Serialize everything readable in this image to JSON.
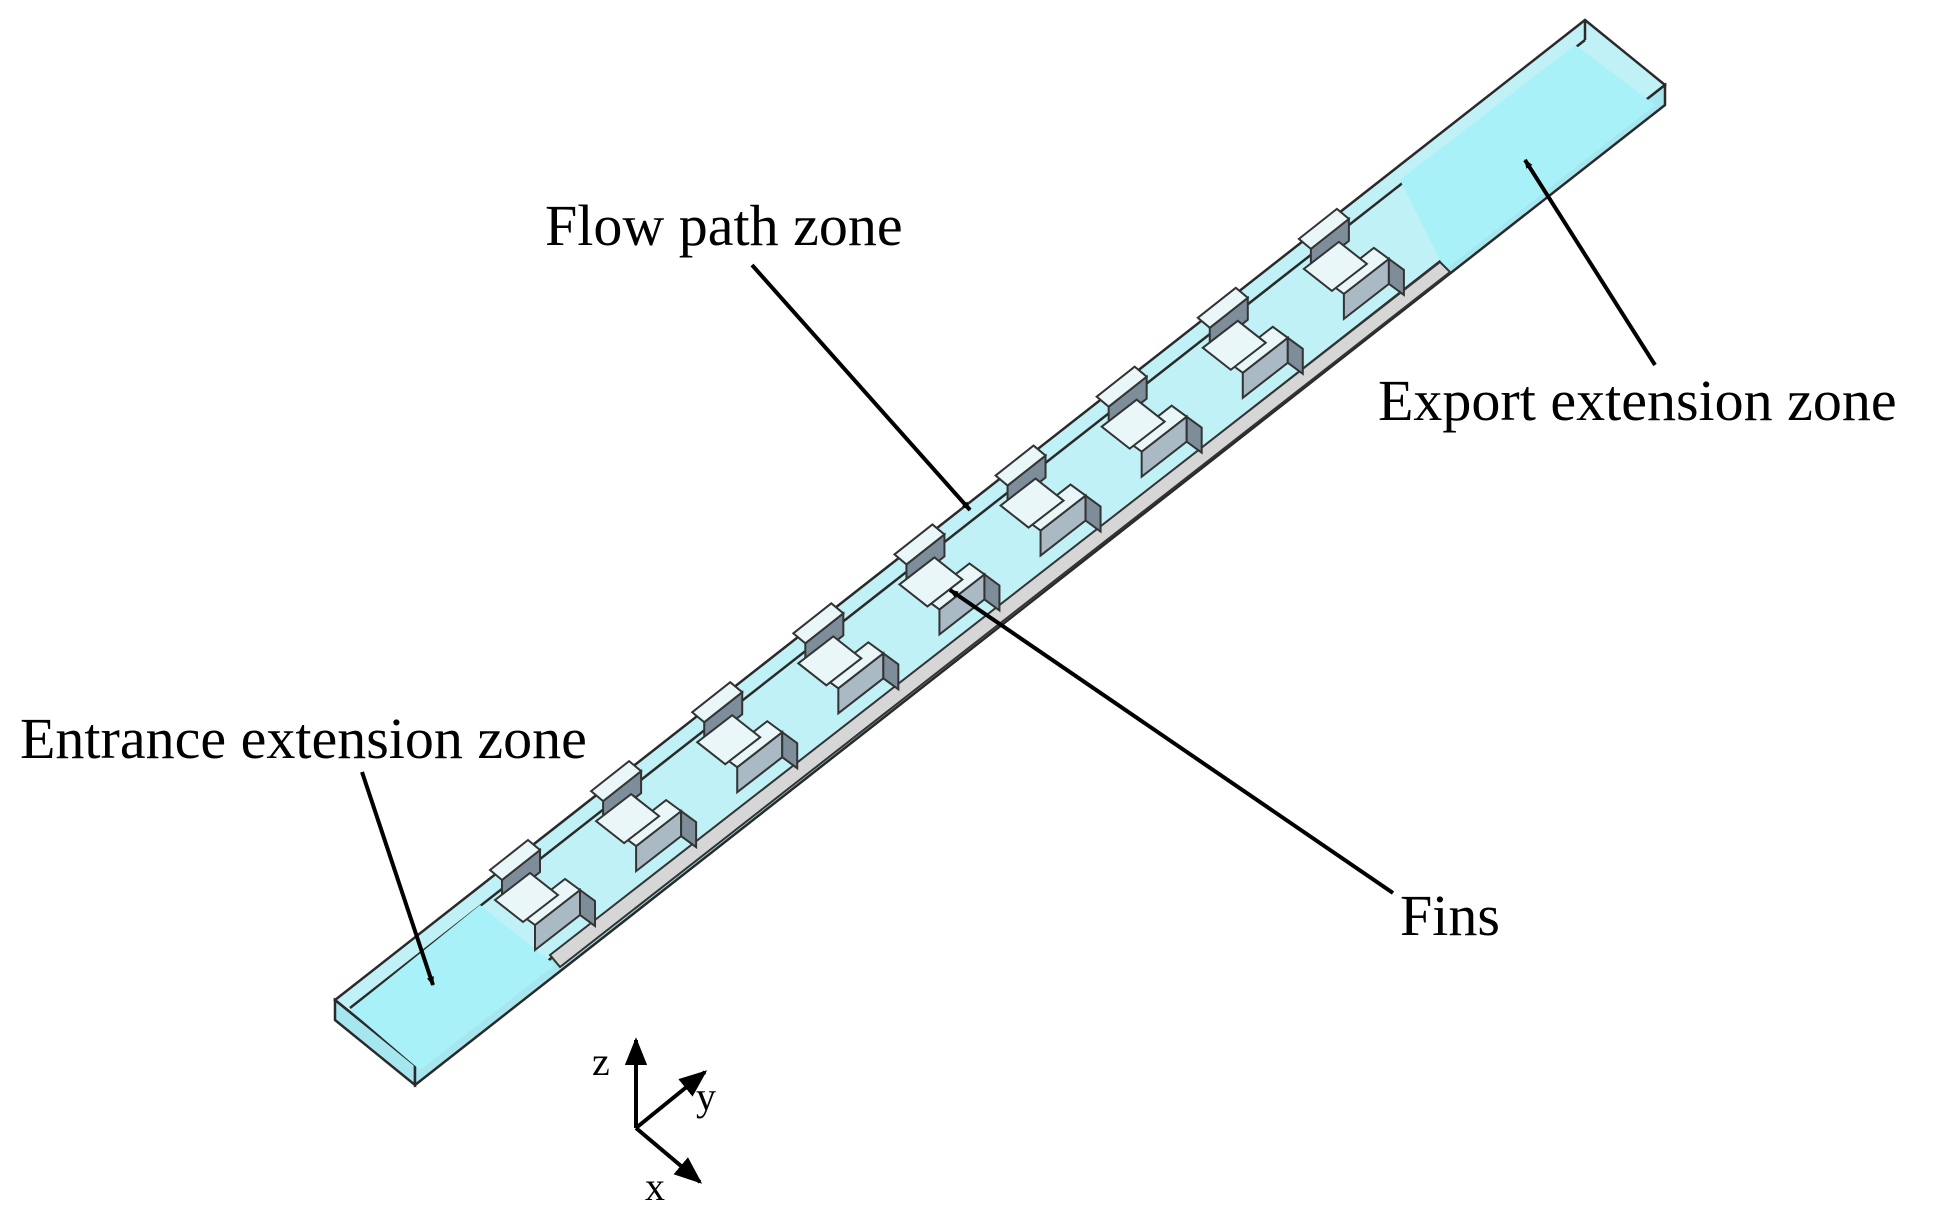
{
  "labels": {
    "flow_path": "Flow path zone",
    "export_extension": "Export extension zone",
    "entrance_extension": "Entrance extension zone",
    "fins": "Fins"
  },
  "axes": {
    "z": "z",
    "y": "y",
    "x": "x"
  },
  "colors": {
    "fluid": "#a9f1f8",
    "fin_top": "#eaf7f9",
    "fin_side": "#7d8d9a",
    "base": "#d6d6d6"
  },
  "fin_pairs": 9
}
